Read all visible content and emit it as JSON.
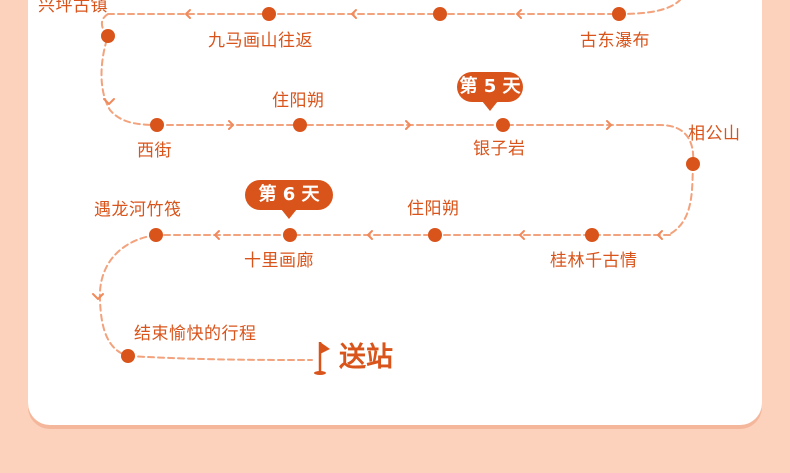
{
  "colors": {
    "background": "#fcd2bd",
    "card": "#ffffff",
    "accent": "#d9541b",
    "route_dash": "#f2a27c"
  },
  "route": {
    "stops": {
      "xingping": "兴坪古镇",
      "jiuma": "九马画山往返",
      "gudong": "古东瀑布",
      "xijie": "西街",
      "zhuyangshuo_1": "住阳朔",
      "yinziyan": "银子岩",
      "xianggongshan": "相公山",
      "yulonghe": "遇龙河竹筏",
      "shilihualang": "十里画廊",
      "zhuyangshuo_2": "住阳朔",
      "guilin": "桂林千古情",
      "end_trip": "结束愉快的行程"
    },
    "day_badges": {
      "day5": "第 5 天",
      "day6": "第 6 天"
    },
    "end_label": "送站",
    "icons": {
      "arrow": "chevron-arrow-icon",
      "flag": "flag-icon"
    }
  }
}
